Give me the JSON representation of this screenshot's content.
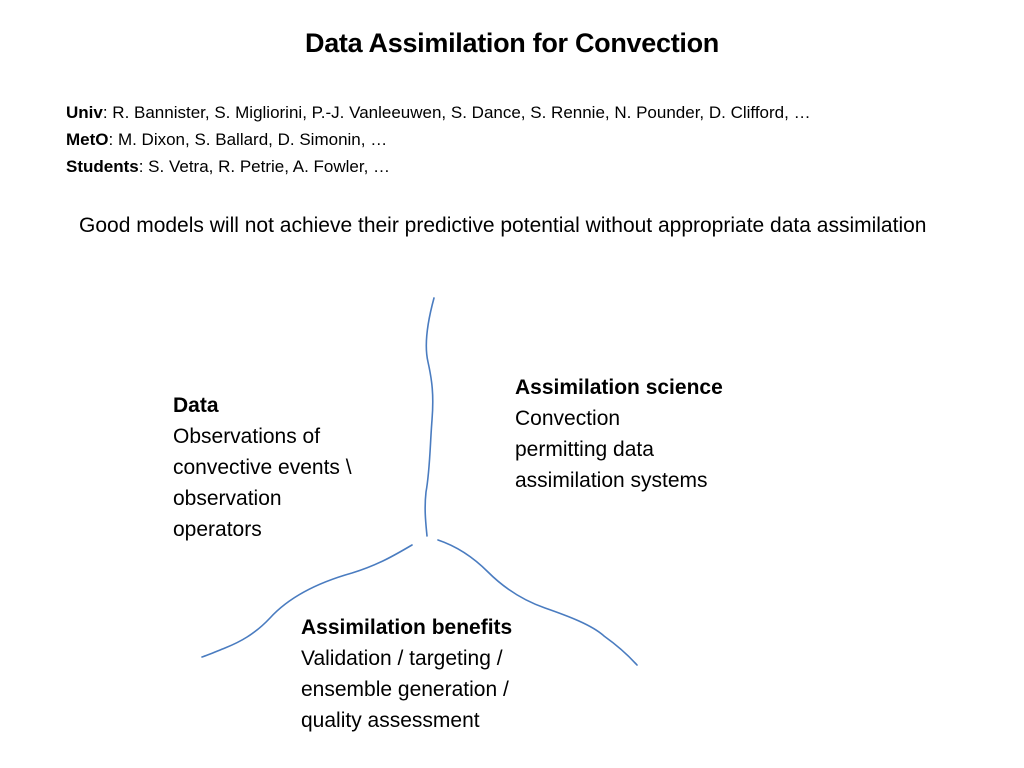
{
  "title": "Data Assimilation for Convection",
  "credits": [
    {
      "label": "Univ",
      "names": ": R. Bannister, S. Migliorini, P.-J. Vanleeuwen, S. Dance, S. Rennie, N. Pounder, D. Clifford, …"
    },
    {
      "label": "MetO",
      "names": ": M. Dixon, S. Ballard, D. Simonin, …"
    },
    {
      "label": "Students",
      "names": ": S. Vetra, R. Petrie, A. Fowler, …"
    }
  ],
  "lead": "Good models will not achieve their predictive potential without appropriate data assimilation",
  "blocks": {
    "data": {
      "heading": "Data",
      "lines": [
        "Observations of",
        "convective events \\",
        "observation",
        "operators"
      ]
    },
    "science": {
      "heading": "Assimilation science",
      "lines": [
        "Convection",
        "permitting data",
        "assimilation systems"
      ]
    },
    "benefits": {
      "heading": "Assimilation benefits",
      "lines": [
        "Validation / targeting /",
        "ensemble generation /",
        "quality assessment"
      ]
    }
  },
  "colors": {
    "divider": "#4a7cc0"
  }
}
